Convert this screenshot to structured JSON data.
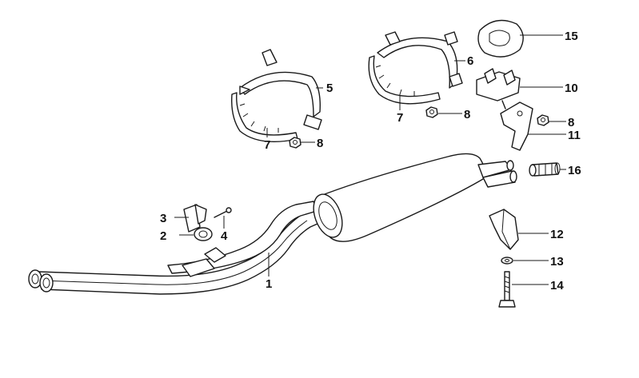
{
  "callouts": {
    "c1": "1",
    "c2": "2",
    "c3": "3",
    "c4": "4",
    "c5": "5",
    "c6": "6",
    "c7a": "7",
    "c7b": "7",
    "c8a": "8",
    "c8b": "8",
    "c8c": "8",
    "c10": "10",
    "c11": "11",
    "c12": "12",
    "c13": "13",
    "c14": "14",
    "c15": "15",
    "c16": "16"
  }
}
